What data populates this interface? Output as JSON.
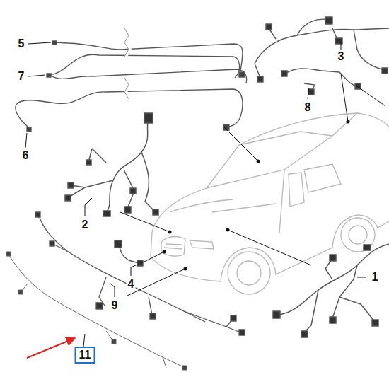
{
  "diagram": {
    "nodes": [
      {
        "text": [
          "11"
        ]
      }
    ],
    "labels": [
      "5",
      "3",
      "7",
      "8",
      "6",
      "2",
      "1",
      "4",
      "9"
    ]
  }
}
